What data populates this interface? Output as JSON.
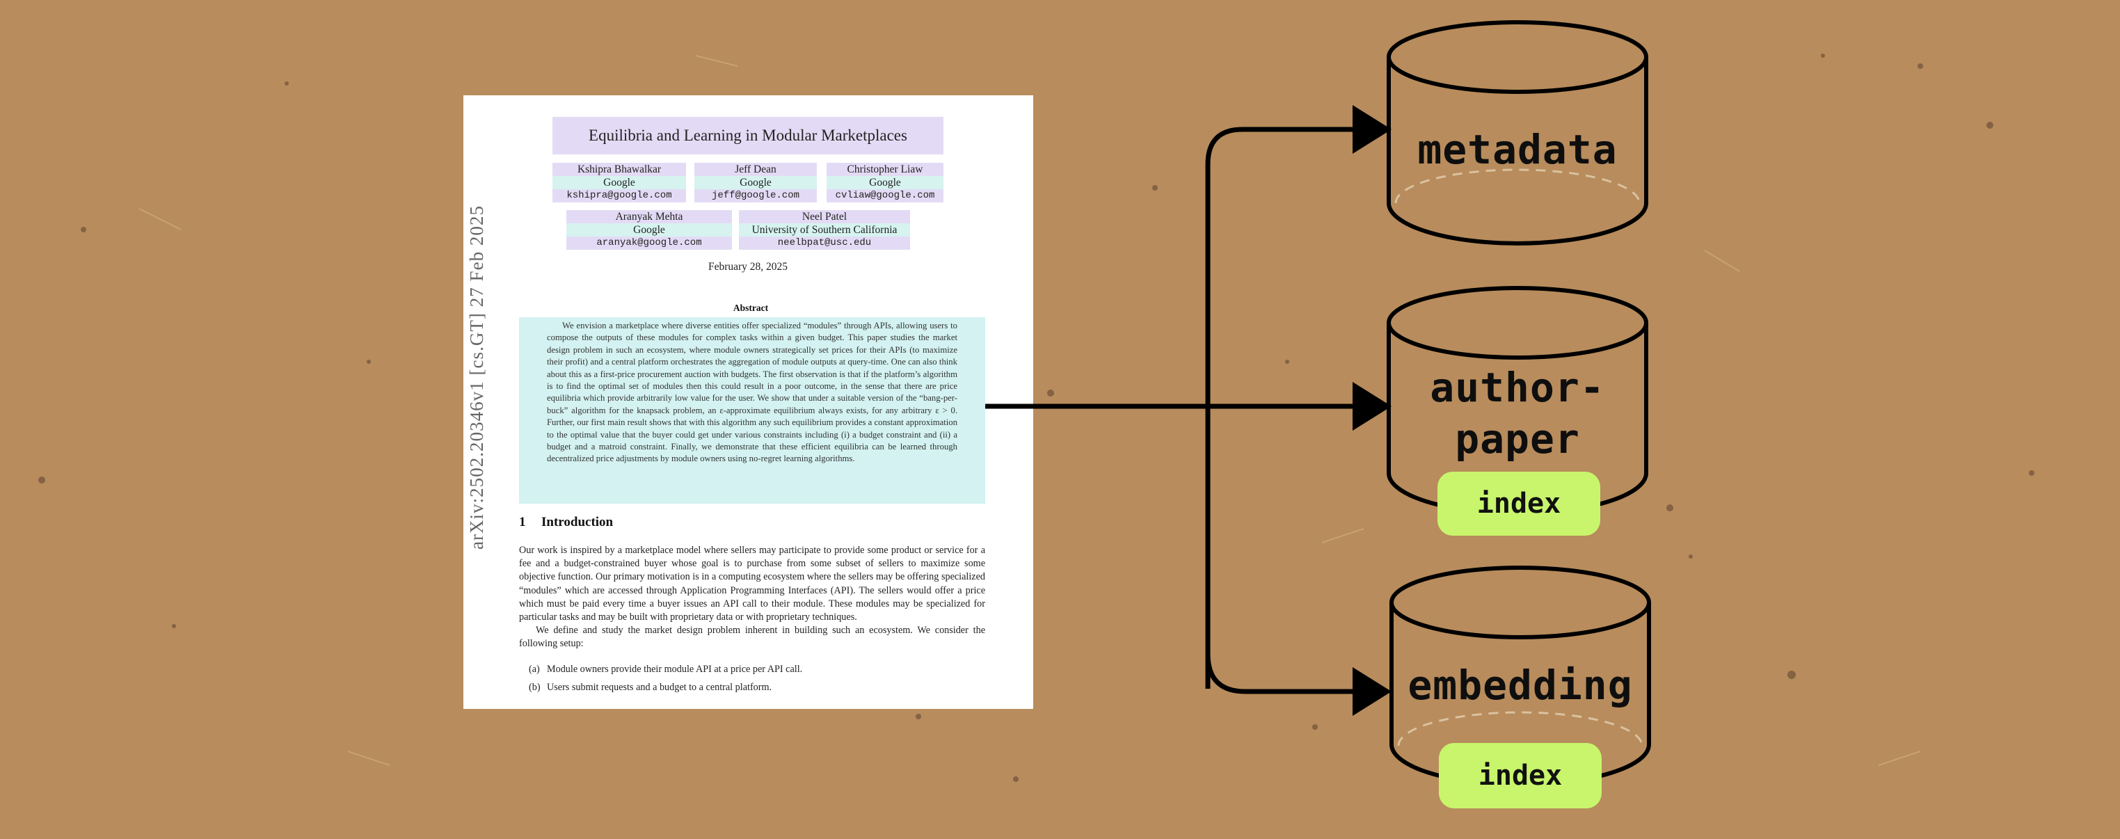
{
  "paper": {
    "arxiv_id": "arXiv:2502.20346v1  [cs.GT]  27 Feb 2025",
    "title": "Equilibria and Learning in Modular Marketplaces",
    "authors": [
      {
        "name": "Kshipra Bhawalkar",
        "affiliation": "Google",
        "email": "kshipra@google.com"
      },
      {
        "name": "Jeff Dean",
        "affiliation": "Google",
        "email": "jeff@google.com"
      },
      {
        "name": "Christopher Liaw",
        "affiliation": "Google",
        "email": "cvliaw@google.com"
      },
      {
        "name": "Aranyak Mehta",
        "affiliation": "Google",
        "email": "aranyak@google.com"
      },
      {
        "name": "Neel Patel",
        "affiliation": "University of Southern California",
        "email": "neelbpat@usc.edu"
      }
    ],
    "date": "February 28, 2025",
    "abstract_heading": "Abstract",
    "abstract_text": "We envision a marketplace where diverse entities offer specialized “modules” through APIs, allowing users to compose the outputs of these modules for complex tasks within a given budget. This paper studies the market design problem in such an ecosystem, where module owners strategically set prices for their APIs (to maximize their profit) and a central platform orchestrates the aggregation of module outputs at query-time. One can also think about this as a first-price procurement auction with budgets. The first observation is that if the platform’s algorithm is to find the optimal set of modules then this could result in a poor outcome, in the sense that there are price equilibria which provide arbitrarily low value for the user. We show that under a suitable version of the “bang-per-buck” algorithm for the knapsack problem, an ε-approximate equilibrium always exists, for any arbitrary ε > 0. Further, our first main result shows that with this algorithm any such equilibrium provides a constant approximation to the optimal value that the buyer could get under various constraints including (i) a budget constraint and (ii) a budget and a matroid constraint. Finally, we demonstrate that these efficient equilibria can be learned through decentralized price adjustments by module owners using no-regret learning algorithms.",
    "section_number": "1",
    "section_title": "Introduction",
    "intro_paragraph_1": "Our work is inspired by a marketplace model where sellers may participate to provide some product or service for a fee and a budget-constrained buyer whose goal is to purchase from some subset of sellers to maximize some objective function. Our primary motivation is in a computing ecosystem where the sellers may be offering specialized “modules” which are accessed through Application Programming Interfaces (API). The sellers would offer a price which must be paid every time a buyer issues an API call to their module. These modules may be specialized for particular tasks and may be built with proprietary data or with proprietary techniques.",
    "intro_paragraph_2": "We define and study the market design problem inherent in building such an ecosystem. We consider the following setup:",
    "list": [
      {
        "label": "(a)",
        "text": "Module owners provide their module API at a price per API call."
      },
      {
        "label": "(b)",
        "text": "Users submit requests and a budget to a central platform."
      }
    ]
  },
  "diagram": {
    "databases": [
      {
        "label_lines": [
          "metadata"
        ]
      },
      {
        "label_lines": [
          "author-",
          "paper"
        ],
        "pill": "index"
      },
      {
        "label_lines": [
          "embedding"
        ],
        "pill": "index"
      }
    ],
    "colors": {
      "background": "#b88c5c",
      "pill": "#c8f56c",
      "ink": "#0e0e0e",
      "title_highlight": "#e3dbf5",
      "abstract_highlight": "#d3f2f1"
    }
  }
}
